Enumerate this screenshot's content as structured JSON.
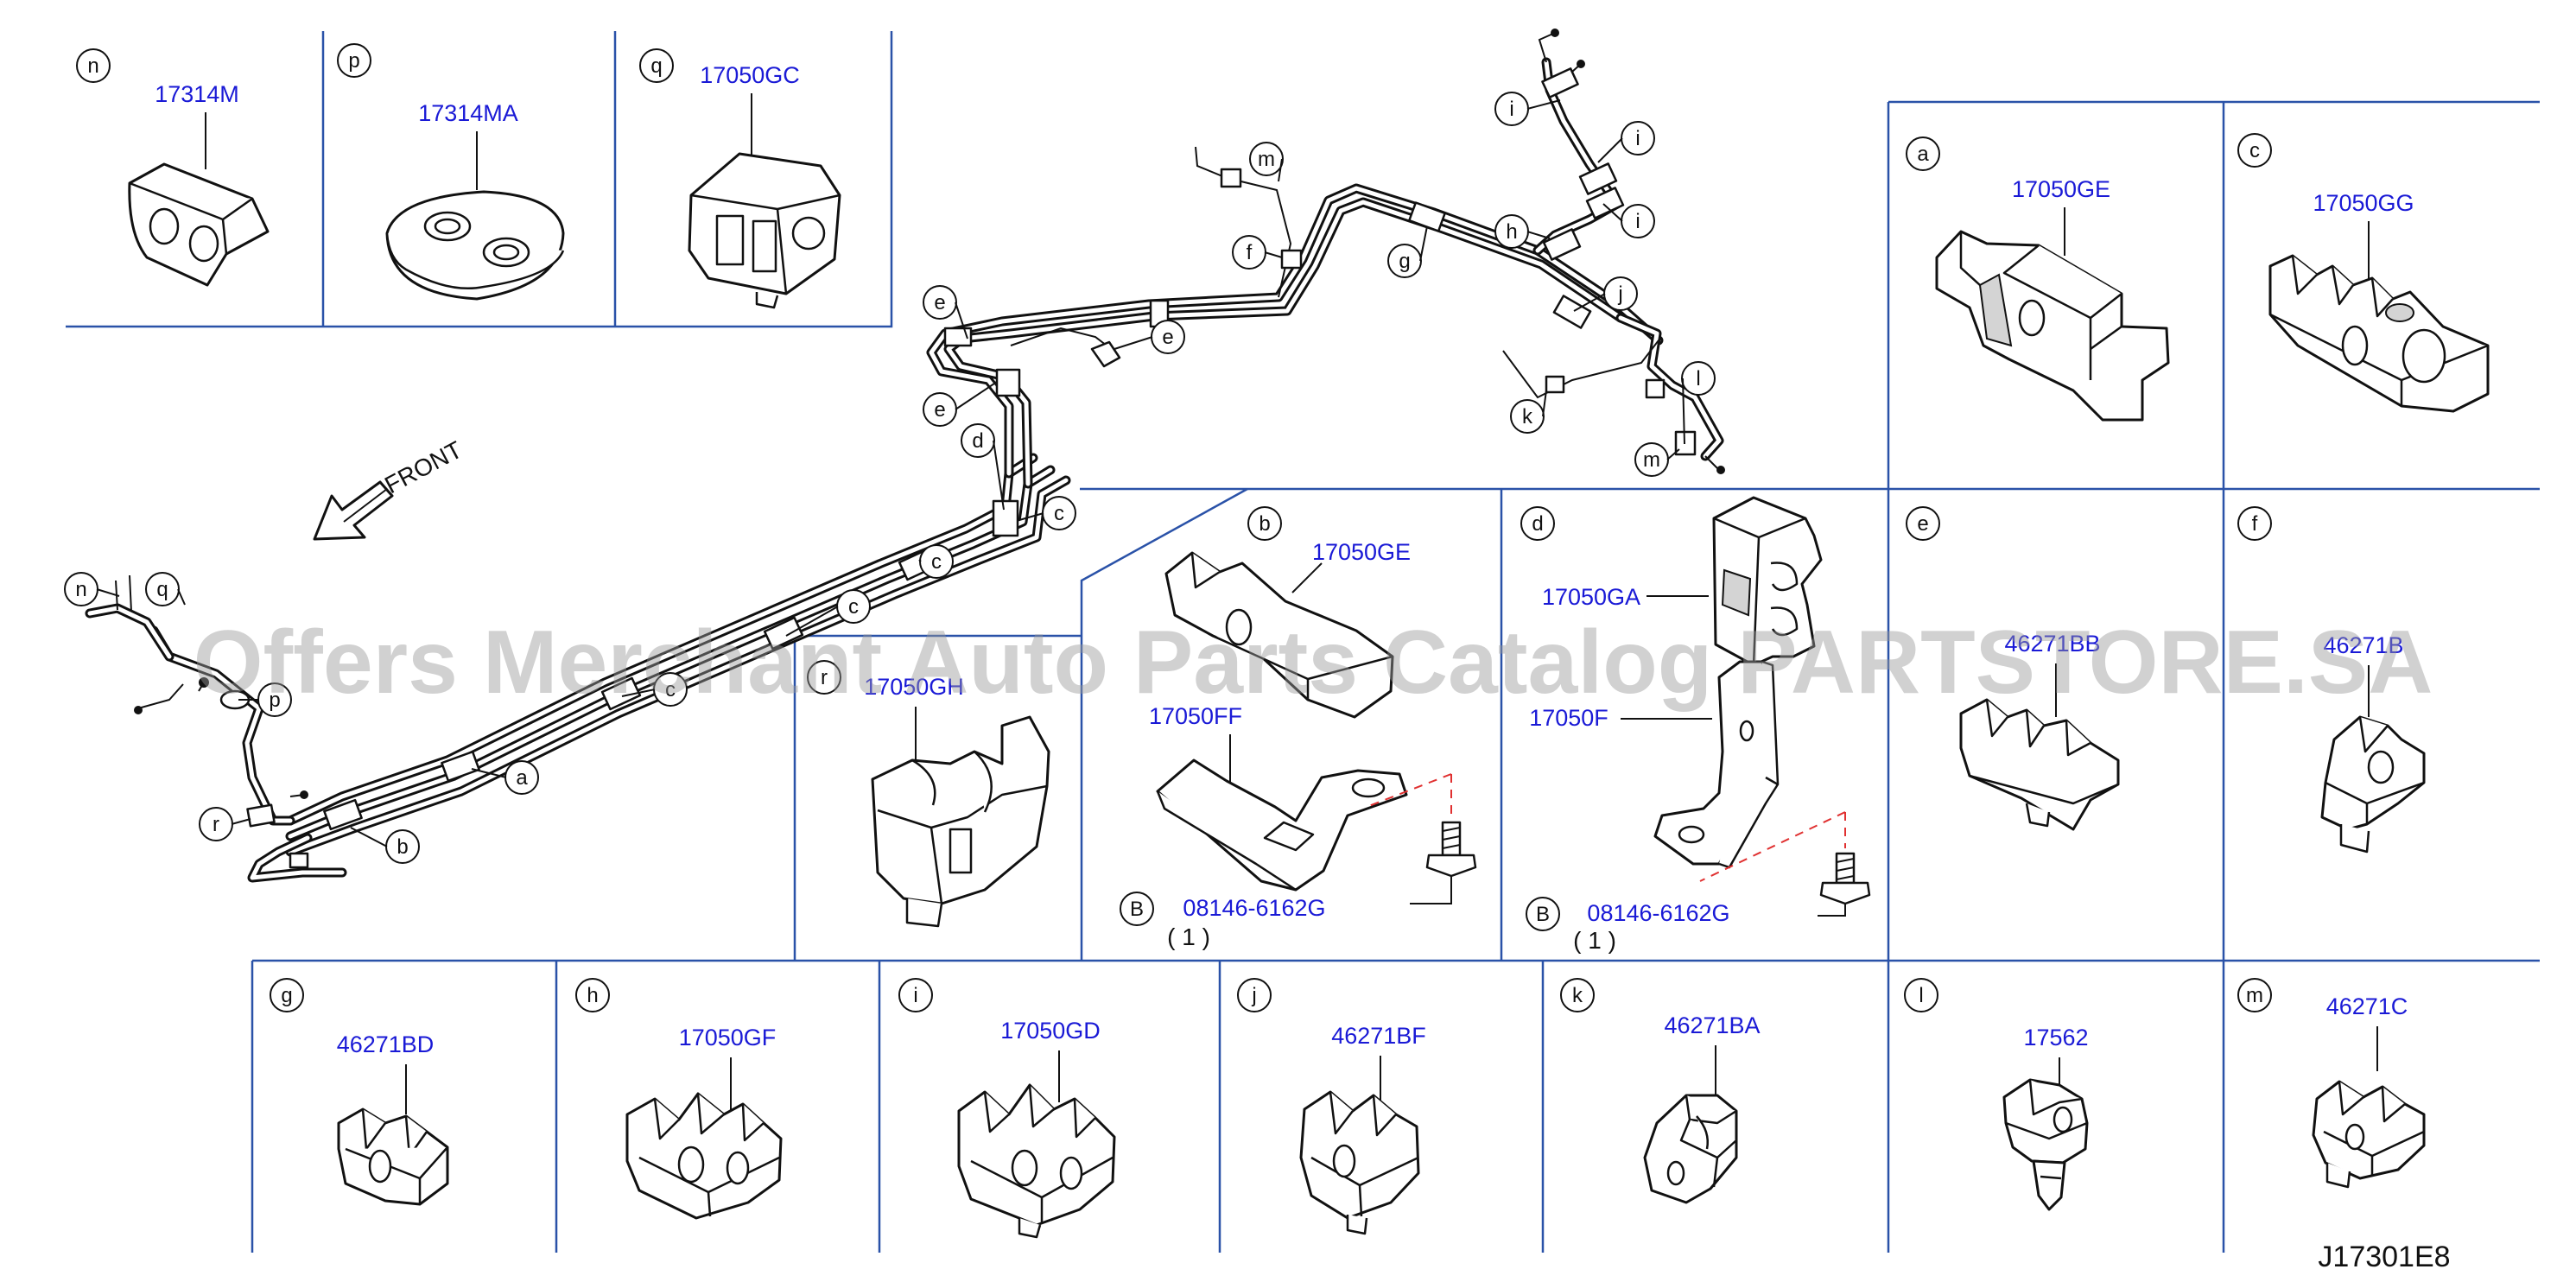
{
  "diagram_code": "J17301E8",
  "front_label": "FRONT",
  "watermark": "Offers Merchant Auto Parts Catalog PARTSTORE.SA",
  "panels": [
    {
      "letter": "n",
      "part": "17314M"
    },
    {
      "letter": "p",
      "part": "17314MA"
    },
    {
      "letter": "q",
      "part": "17050GC"
    },
    {
      "letter": "a",
      "part": "17050GE"
    },
    {
      "letter": "c",
      "part": "17050GG"
    },
    {
      "letter": "e",
      "part": "46271BB"
    },
    {
      "letter": "f",
      "part": "46271B"
    },
    {
      "letter": "r",
      "part": "17050GH"
    },
    {
      "letter": "b",
      "part": "17050GE",
      "part2": "17050FF",
      "bolt_ref": "B",
      "bolt_part": "08146-6162G",
      "bolt_qty": "( 1 )"
    },
    {
      "letter": "d",
      "part": "17050GA",
      "part2": "17050F",
      "bolt_ref": "B",
      "bolt_part": "08146-6162G",
      "bolt_qty": "( 1 )"
    },
    {
      "letter": "g",
      "part": "46271BD"
    },
    {
      "letter": "h",
      "part": "17050GF"
    },
    {
      "letter": "i",
      "part": "17050GD"
    },
    {
      "letter": "j",
      "part": "46271BF"
    },
    {
      "letter": "k",
      "part": "46271BA"
    },
    {
      "letter": "l",
      "part": "17562"
    },
    {
      "letter": "m",
      "part": "46271C"
    }
  ],
  "callouts": {
    "i1": "i",
    "i2": "i",
    "i3": "i",
    "m1": "m",
    "m2": "m",
    "f1": "f",
    "g1": "g",
    "h1": "h",
    "j1": "j",
    "k1": "k",
    "l1": "l",
    "e1": "e",
    "e2": "e",
    "e3": "e",
    "d1": "d",
    "c1": "c",
    "c2": "c",
    "c3": "c",
    "c4": "c",
    "a1": "a",
    "b1": "b",
    "n1": "n",
    "q1": "q",
    "p1": "p",
    "r1": "r"
  }
}
